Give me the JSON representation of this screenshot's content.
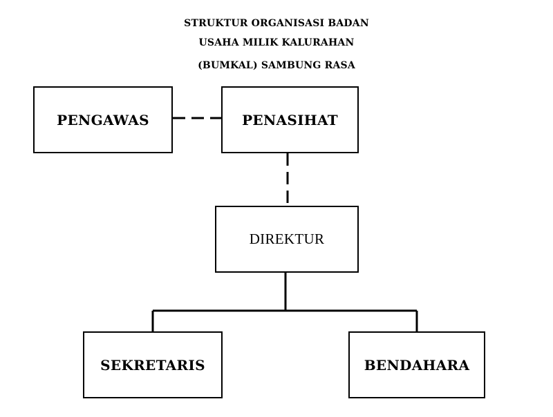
{
  "title": {
    "line1": "STRUKTUR ORGANISASI BADAN",
    "line2": "USAHA MILIK KALURAHAN",
    "line3": "(BUMKAL) SAMBUNG RASA"
  },
  "nodes": {
    "pengawas": "PENGAWAS",
    "penasihat": "PENASIHAT",
    "direktur": "DIREKTUR",
    "sekretaris": "SEKRETARIS",
    "bendahara": "BENDAHARA"
  },
  "colors": {
    "line": "#000000",
    "background": "#ffffff"
  }
}
